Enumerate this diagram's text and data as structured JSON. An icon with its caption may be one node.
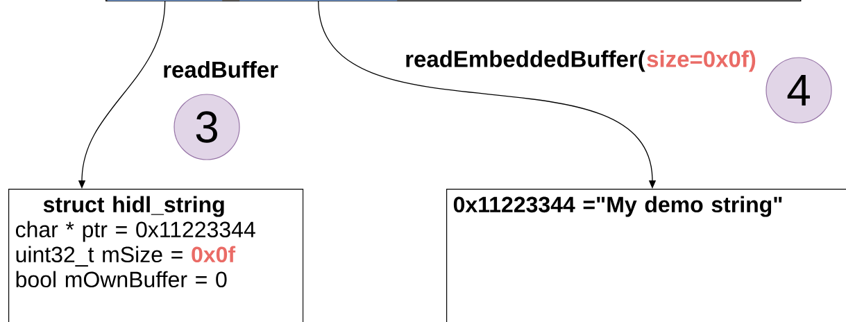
{
  "diagram": {
    "nodes": [
      {
        "text": [],
        "shape": "box"
      },
      {
        "text": [],
        "shape": "bar",
        "in": 0
      },
      {
        "text": [],
        "shape": "bar",
        "in": 0
      },
      {
        "text": [
          "struct hidl_string",
          "char * ptr = 0x11223344",
          "uint32_t mSize =",
          "0x0f",
          "bool mOwnBuffer = 0"
        ]
      },
      {
        "text": [
          "0x11223344 =\"My demo string\""
        ]
      },
      {
        "text": [
          "3"
        ]
      },
      {
        "text": [
          "4"
        ]
      }
    ],
    "edges": [
      {
        "from": 1,
        "to": 3,
        "arrow": "to",
        "label": "readBuffer"
      },
      {
        "from": 2,
        "to": 4,
        "arrow": "to",
        "label": "readEmbeddedBuffer("
      }
    ],
    "labels": [
      "size=0x0f)"
    ]
  }
}
